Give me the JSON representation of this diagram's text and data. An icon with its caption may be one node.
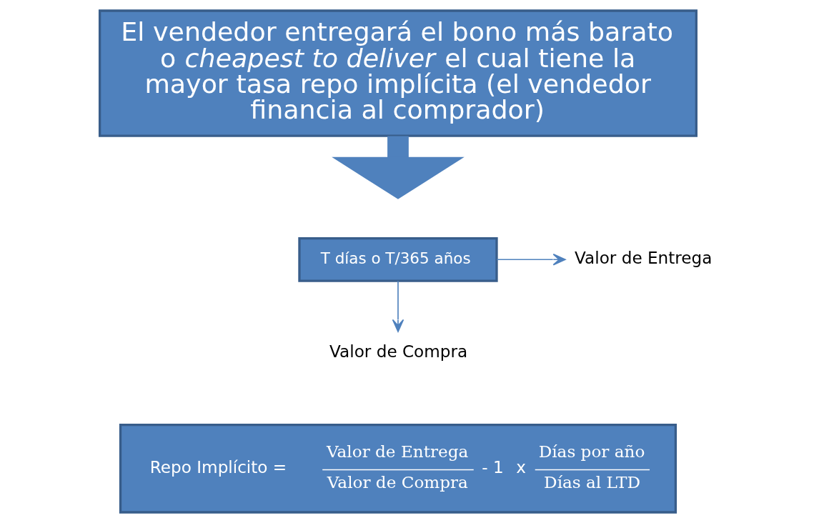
{
  "diagram": {
    "nodes": [
      {
        "text": [
          "El vendedor entregará el bono más barato o *cheapest to deliver* el cual tiene la mayor tasa repo implícita (el vendedor financia al comprador)"
        ]
      },
      {
        "text": [
          "Valor de Entrega"
        ]
      },
      {
        "text": [
          "T días o T/365 años"
        ]
      },
      {
        "text": [
          "Valor de Compra"
        ]
      },
      {
        "text": [
          "Repo Implícito =",
          "Valor de Entrega",
          "Valor de Compra",
          "- 1",
          "x",
          "Días por año",
          "Días al LTD"
        ]
      }
    ],
    "edges": [
      {
        "from": 0,
        "to": null,
        "arrow": "to",
        "style": "thick"
      },
      {
        "from": 2,
        "to": 1,
        "arrow": "to"
      },
      {
        "from": 2,
        "to": 3,
        "arrow": "to"
      }
    ]
  }
}
